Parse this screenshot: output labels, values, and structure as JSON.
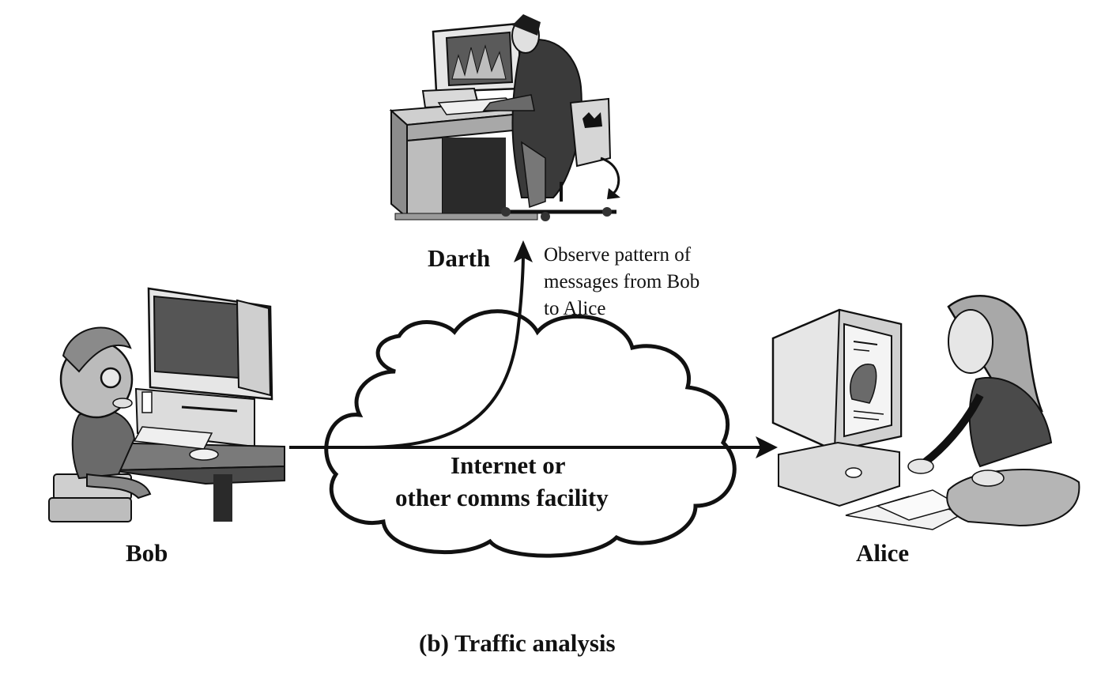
{
  "diagram": {
    "parties": {
      "darth": "Darth",
      "bob": "Bob",
      "alice": "Alice"
    },
    "observe_note": "Observe pattern of\nmessages from Bob\nto Alice",
    "cloud_label_line1": "Internet or",
    "cloud_label_line2": "other comms facility",
    "caption": "(b) Traffic analysis"
  }
}
